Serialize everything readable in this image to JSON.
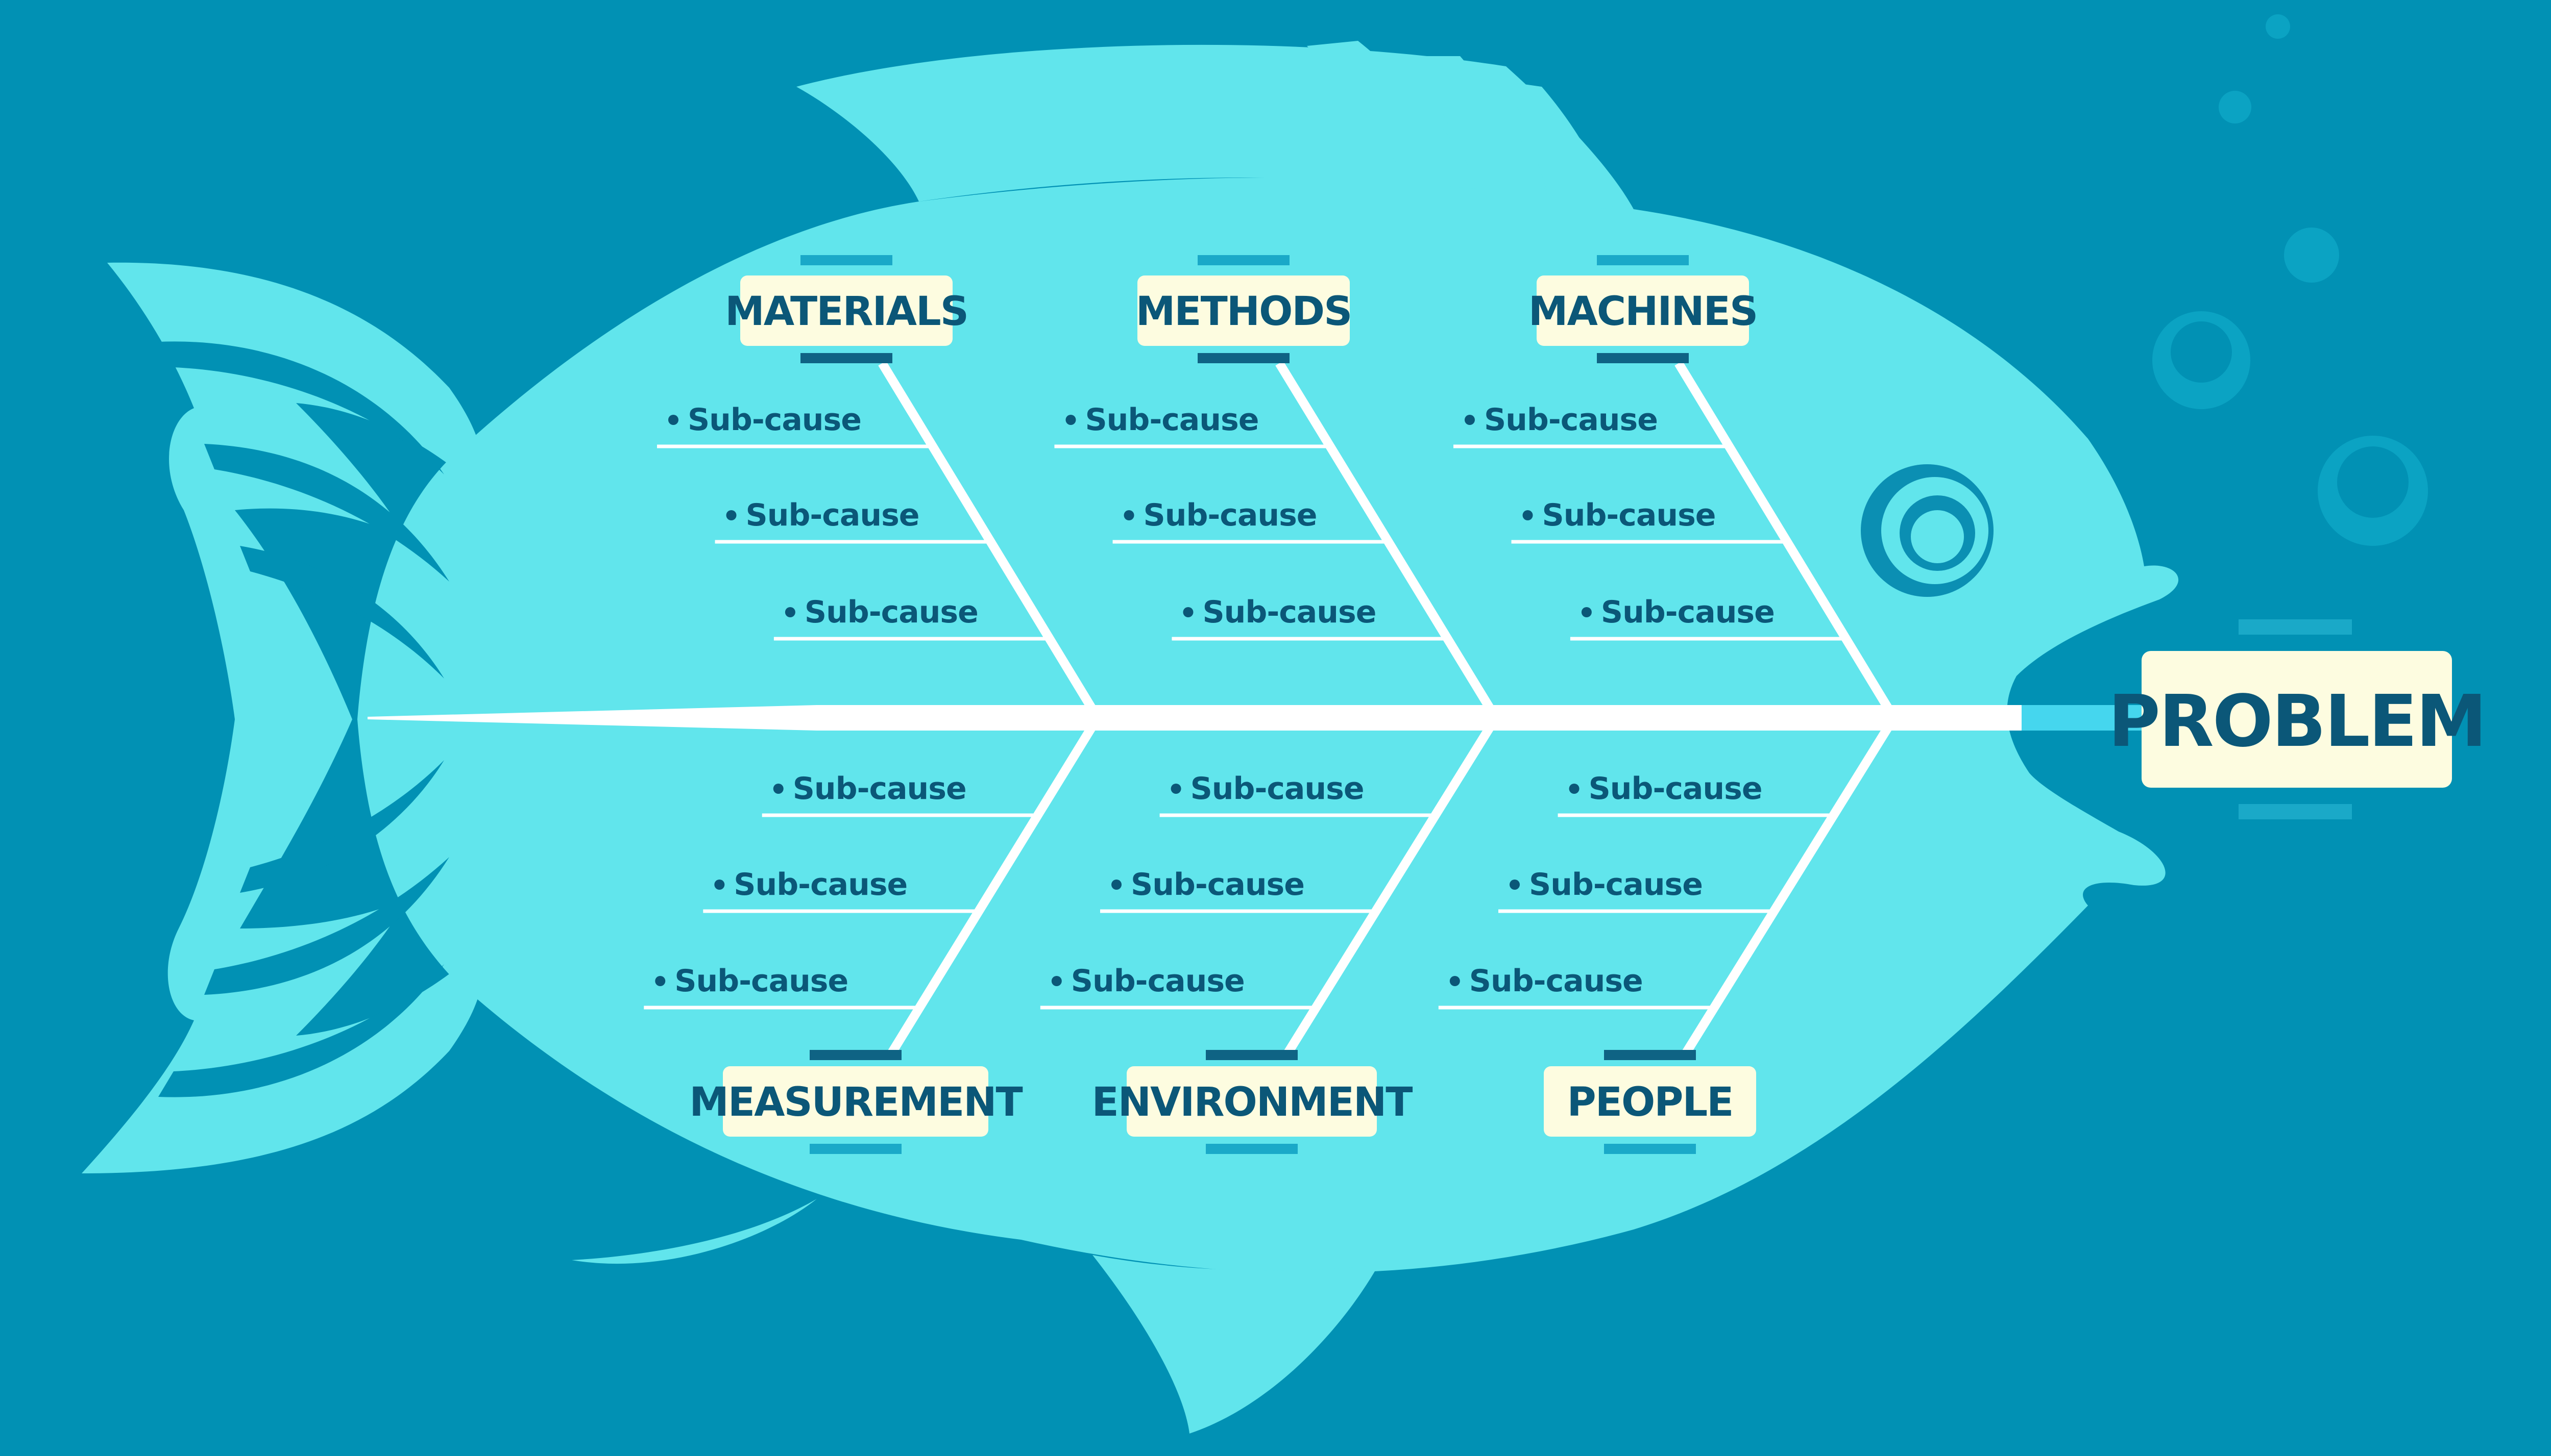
{
  "problem": {
    "label": "PROBLEM"
  },
  "categories": [
    {
      "label": "MATERIALS",
      "side": "top",
      "subcauses": [
        "Sub-cause",
        "Sub-cause",
        "Sub-cause"
      ]
    },
    {
      "label": "METHODS",
      "side": "top",
      "subcauses": [
        "Sub-cause",
        "Sub-cause",
        "Sub-cause"
      ]
    },
    {
      "label": "MACHINES",
      "side": "top",
      "subcauses": [
        "Sub-cause",
        "Sub-cause",
        "Sub-cause"
      ]
    },
    {
      "label": "MEASUREMENT",
      "side": "bottom",
      "subcauses": [
        "Sub-cause",
        "Sub-cause",
        "Sub-cause"
      ]
    },
    {
      "label": "ENVIRONMENT",
      "side": "bottom",
      "subcauses": [
        "Sub-cause",
        "Sub-cause",
        "Sub-cause"
      ]
    },
    {
      "label": "PEOPLE",
      "side": "bottom",
      "subcauses": [
        "Sub-cause",
        "Sub-cause",
        "Sub-cause"
      ]
    }
  ],
  "colors": {
    "background": "#0191b4",
    "fish_body": "#61e5ec",
    "spine": "#ffffff",
    "label_box": "#fdfce0",
    "label_text": "#0b5778",
    "problem_line": "#45d6ee"
  },
  "decorations": {
    "eye_icon": "fish-eye",
    "bubbles_icon": "bubbles"
  }
}
